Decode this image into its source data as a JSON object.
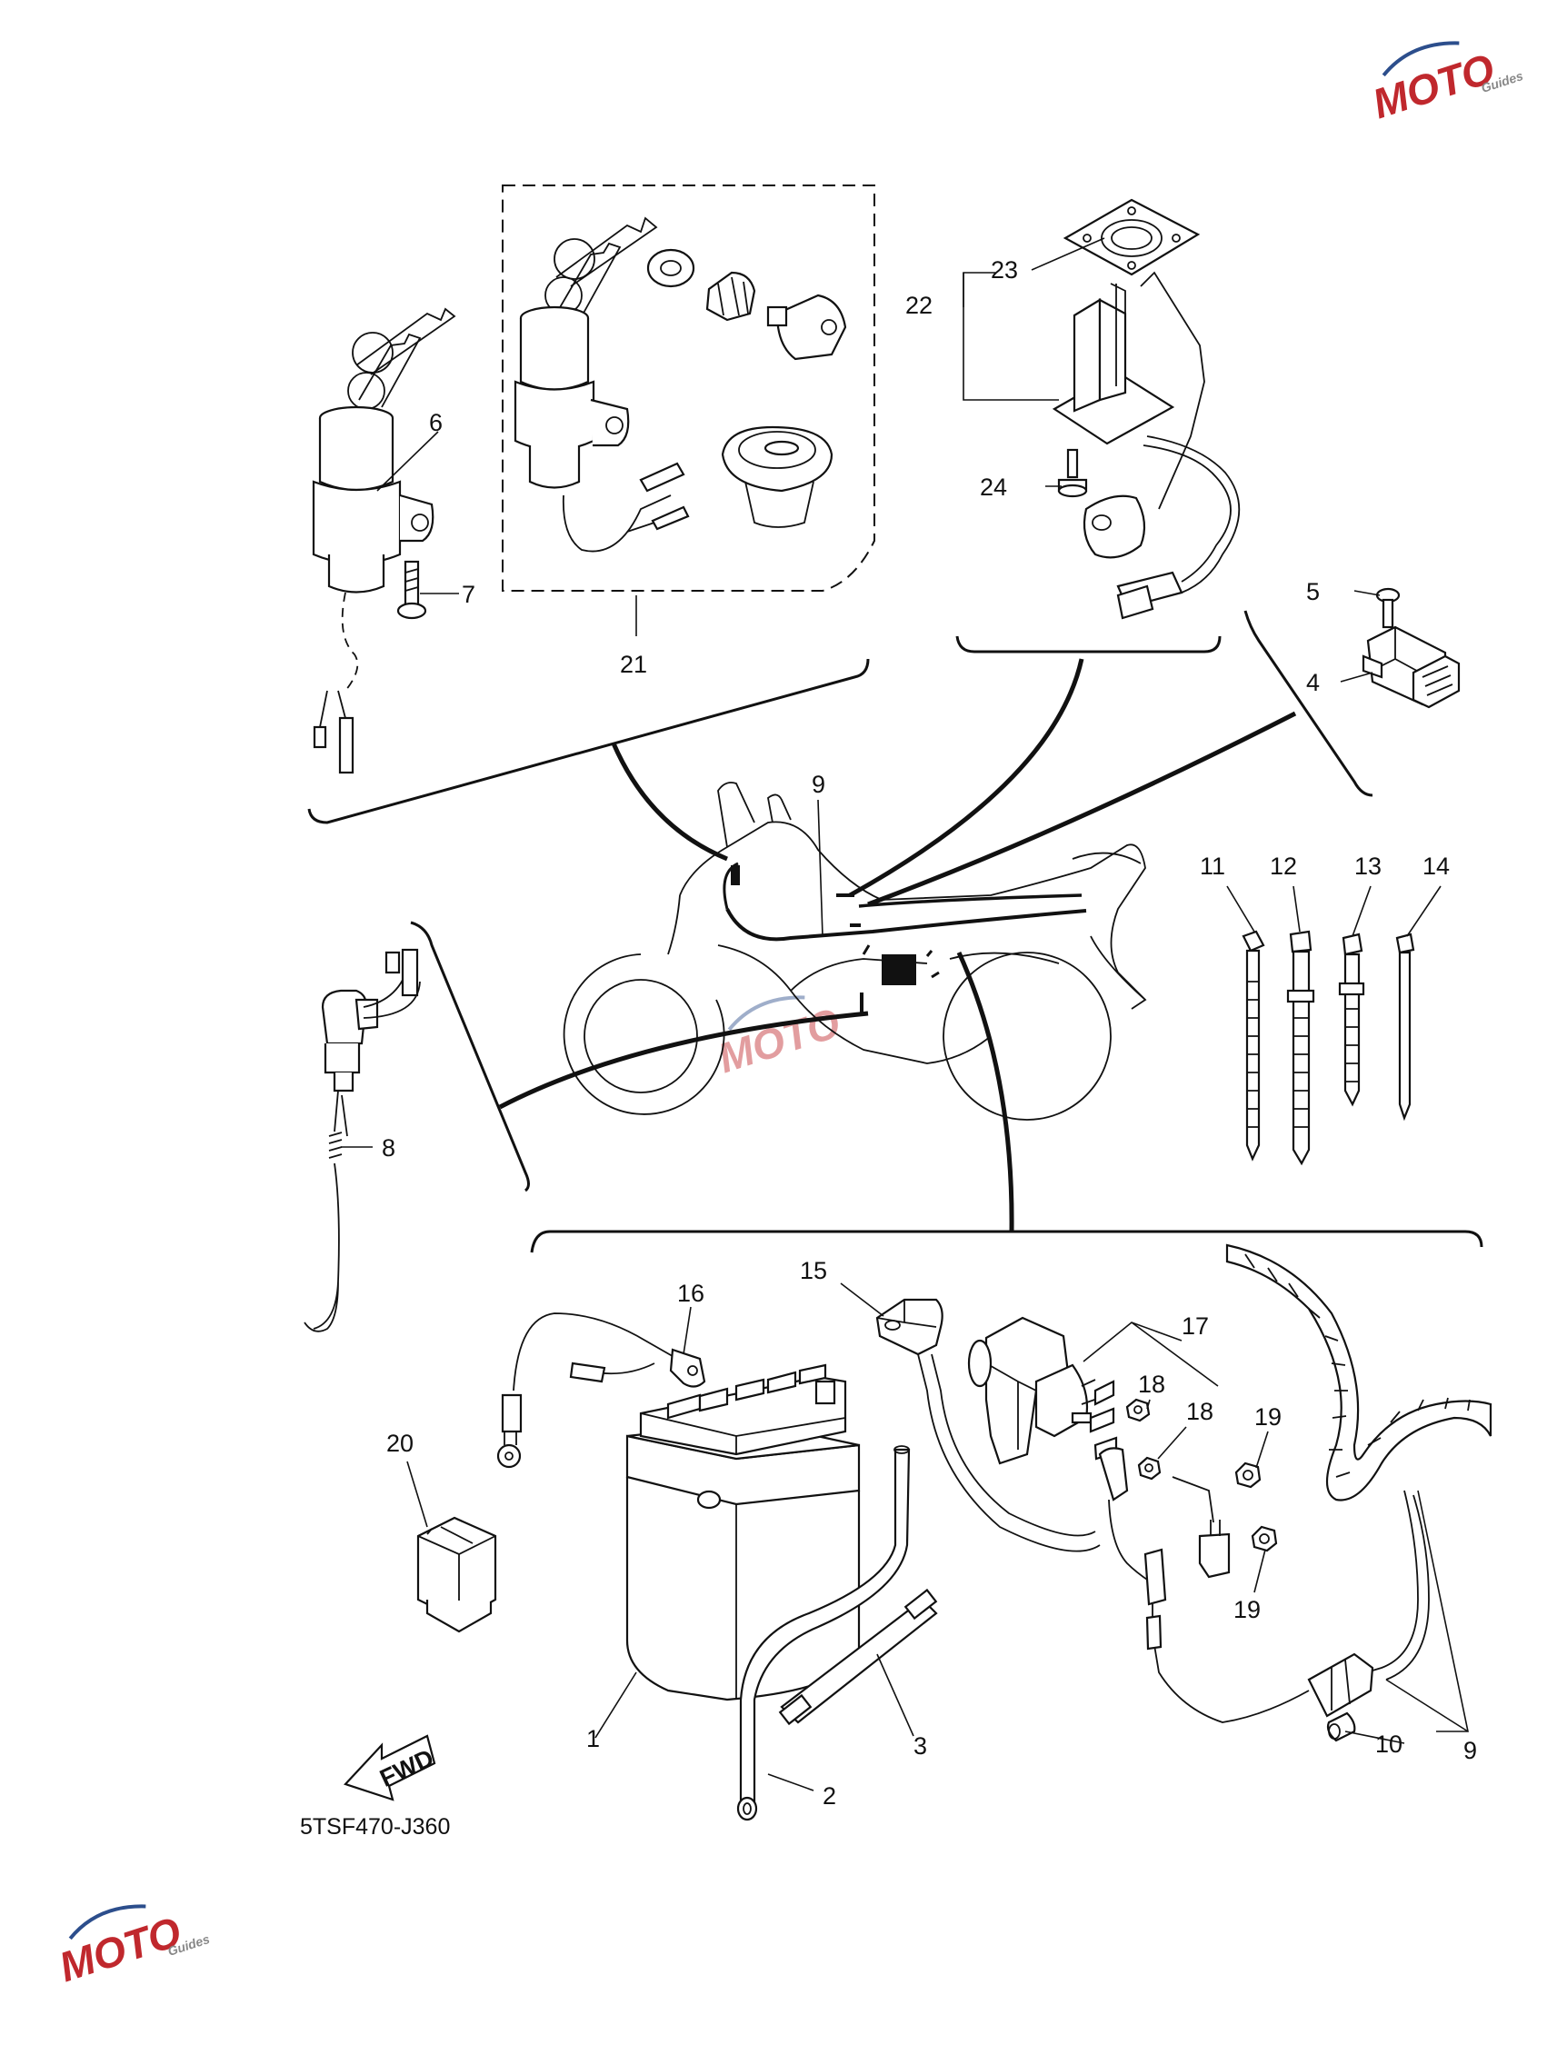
{
  "diagram": {
    "part_code": "5TSF470-J360",
    "fwd_label": "FWD",
    "callouts": [
      "1",
      "2",
      "3",
      "4",
      "5",
      "6",
      "7",
      "8",
      "9",
      "9",
      "10",
      "11",
      "12",
      "13",
      "14",
      "15",
      "16",
      "17",
      "18",
      "18",
      "19",
      "19",
      "20",
      "21",
      "22",
      "23",
      "24"
    ],
    "watermark": {
      "brand": "MOTO",
      "tagline": "Guides",
      "color": "#c0282d",
      "accent": "#2c4e8c"
    }
  }
}
